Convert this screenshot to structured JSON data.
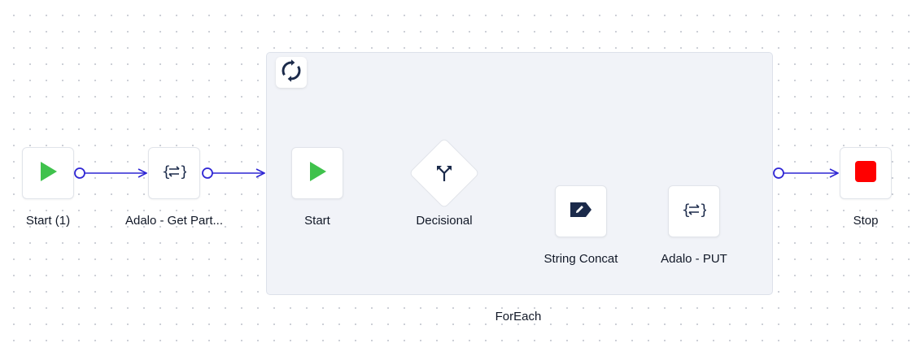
{
  "group": {
    "label": "ForEach",
    "badge_icon": "loop-icon",
    "background": "#f1f3f8"
  },
  "nodes": [
    {
      "id": "start-1",
      "label": "Start (1)",
      "icon": "play-icon"
    },
    {
      "id": "adalo-get",
      "label": "Adalo - Get Part...",
      "icon": "transform-icon"
    },
    {
      "id": "start-inner",
      "label": "Start",
      "icon": "play-icon"
    },
    {
      "id": "decisional",
      "label": "Decisional",
      "icon": "branch-icon"
    },
    {
      "id": "string-concat",
      "label": "String Concat",
      "icon": "edit-tag-icon"
    },
    {
      "id": "adalo-put",
      "label": "Adalo - PUT",
      "icon": "transform-icon"
    },
    {
      "id": "stop",
      "label": "Stop",
      "icon": "stop-icon"
    }
  ],
  "colors": {
    "connector": "#2f26d4",
    "play": "#3fc24c",
    "stop": "#ff0000",
    "icon_dark": "#1b2a4a"
  }
}
